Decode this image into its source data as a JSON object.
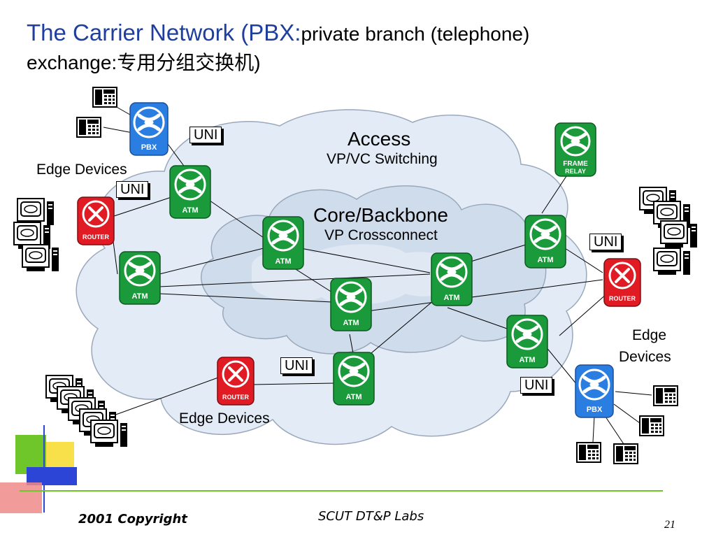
{
  "slide": {
    "title_main": "The Carrier Network (PBX:",
    "title_rest": "private branch (telephone)",
    "title_line2": "exchange:专用分组交换机)",
    "labels": {
      "access": "Access",
      "access_sub": "VP/VC Switching",
      "core": "Core/Backbone",
      "core_sub": "VP Crossconnect",
      "edge_left": "Edge Devices",
      "edge_bottom": "Edge Devices",
      "edge_right_1": "Edge",
      "edge_right_2": "Devices",
      "uni": "UNI"
    },
    "device_text": {
      "pbx": "PBX",
      "atm": "ATM",
      "router": "ROUTER",
      "frame_relay_1": "FRAME",
      "frame_relay_2": "RELAY"
    },
    "footer": {
      "copyright": "2001 Copyright",
      "lab": "SCUT DT&P Labs",
      "page": "21"
    },
    "colors": {
      "title": "#1f3f9e",
      "atm": "#1a9a3a",
      "pbx": "#2a7de1",
      "router": "#e01b24",
      "cloud_outer": "#e3ecf6",
      "cloud_core": "#cfdcec"
    }
  }
}
